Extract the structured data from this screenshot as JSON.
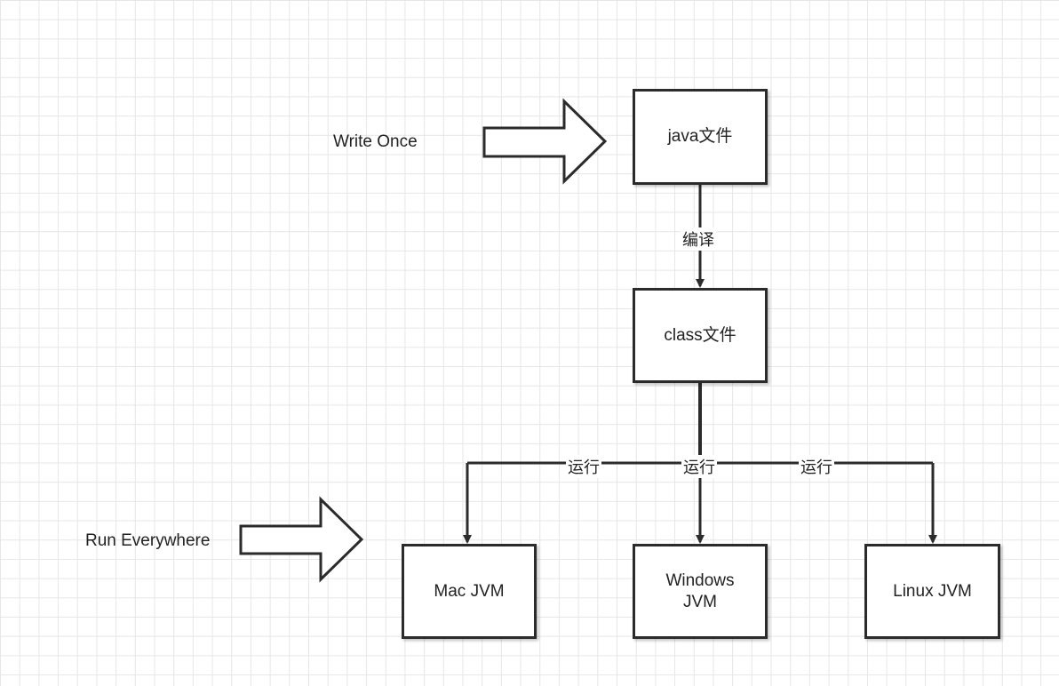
{
  "captions": {
    "write_once": "Write Once",
    "run_everywhere": "Run Everywhere"
  },
  "nodes": {
    "java_file": "java文件",
    "class_file": "class文件",
    "mac_jvm": "Mac JVM",
    "windows_jvm": "Windows\nJVM",
    "linux_jvm": "Linux JVM"
  },
  "edges": {
    "compile": "编译",
    "run_mac": "运行",
    "run_windows": "运行",
    "run_linux": "运行"
  },
  "colors": {
    "stroke": "#2b2b2b",
    "grid": "#e6e6e6",
    "background": "#ffffff"
  }
}
